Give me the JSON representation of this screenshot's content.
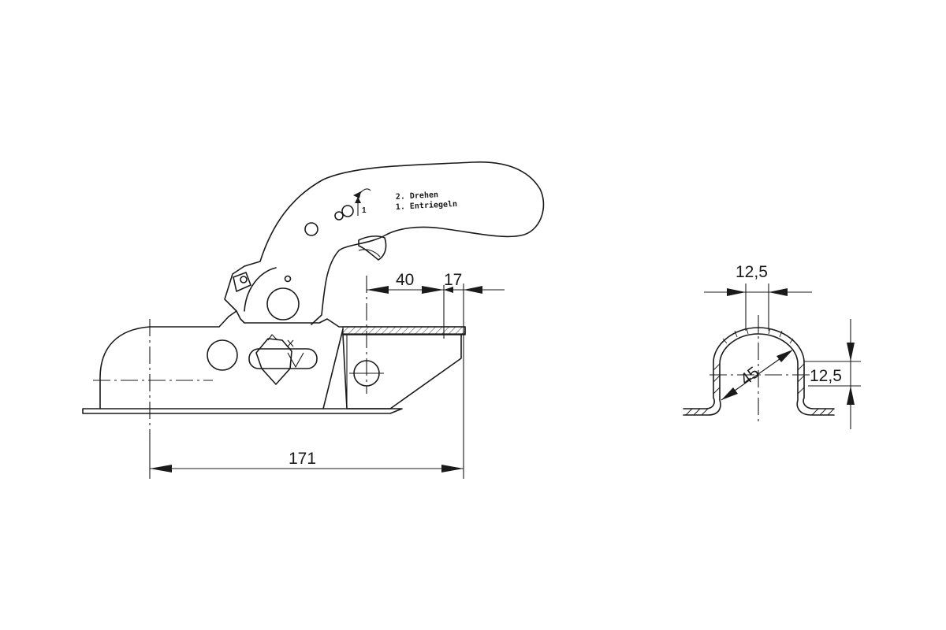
{
  "side_view": {
    "handle_label_line1": "2. Drehen",
    "handle_label_line2": "1. Entriegeln",
    "arrow_number": "1",
    "dimension_overall": "171",
    "dimension_hole_offset": "40",
    "dimension_end_offset": "17"
  },
  "section_view": {
    "dimension_width": "12,5",
    "dimension_diameter": "45",
    "dimension_height": "12,5"
  }
}
